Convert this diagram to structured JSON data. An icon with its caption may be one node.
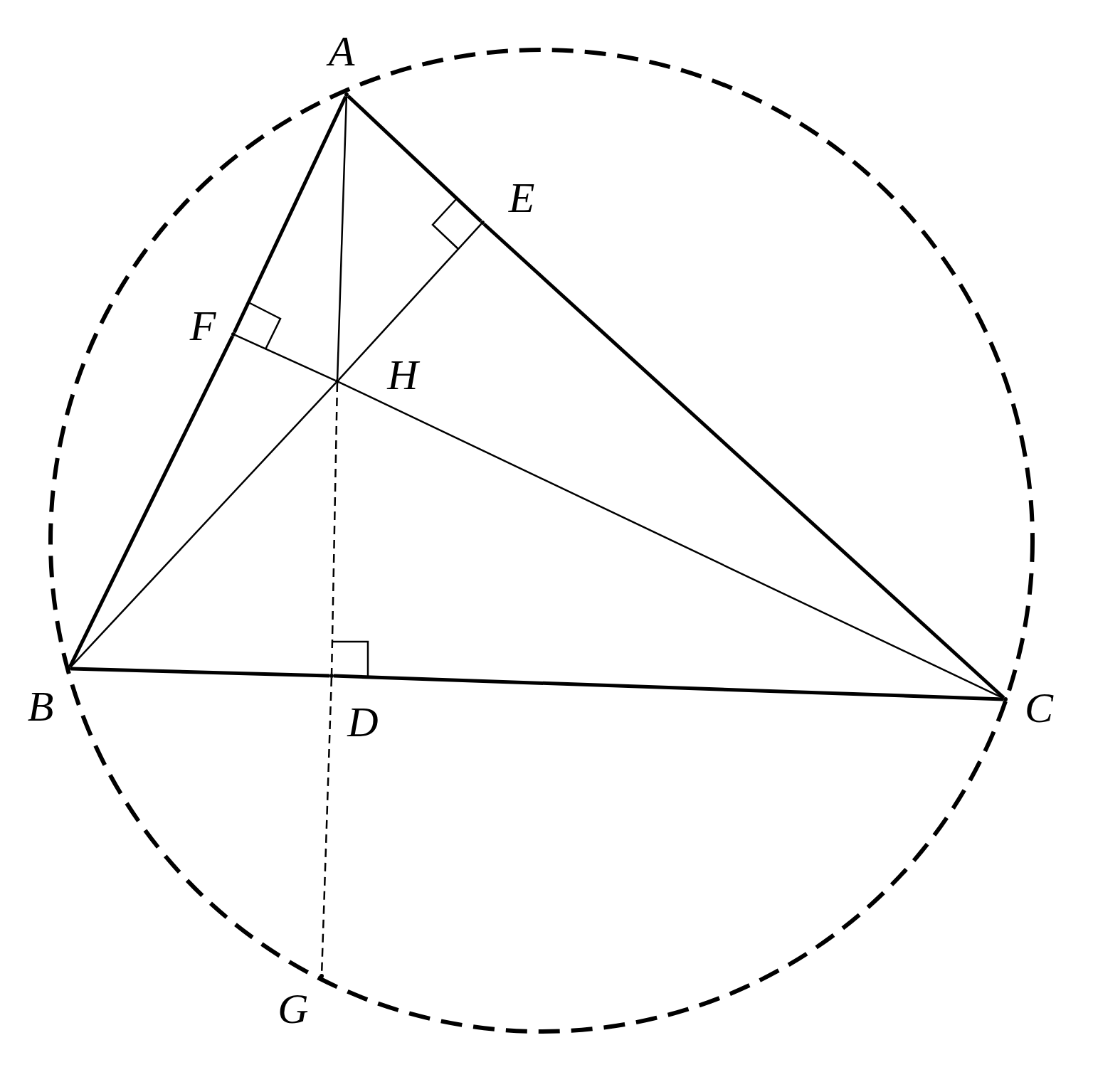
{
  "diagram": {
    "nodes": [
      {
        "text": [],
        "shape": "point",
        "beside": [
          "A"
        ]
      },
      {
        "text": [],
        "shape": "point",
        "beside": [
          "B"
        ]
      },
      {
        "text": [],
        "shape": "point",
        "beside": [
          "C"
        ]
      },
      {
        "text": [],
        "shape": "point",
        "beside": [
          "D"
        ]
      },
      {
        "text": [],
        "shape": "point",
        "beside": [
          "E"
        ]
      },
      {
        "text": [],
        "shape": "point",
        "beside": [
          "F"
        ]
      },
      {
        "text": [],
        "shape": "point",
        "beside": [
          "H"
        ]
      },
      {
        "text": [],
        "shape": "point",
        "beside": [
          "G"
        ]
      }
    ],
    "edges": [
      {
        "from": 0,
        "to": 5,
        "arrow": "none",
        "style": "thick"
      },
      {
        "from": 5,
        "to": 1,
        "arrow": "none",
        "style": "thick"
      },
      {
        "from": 1,
        "to": 3,
        "arrow": "none",
        "style": "thick"
      },
      {
        "from": 3,
        "to": 2,
        "arrow": "none",
        "style": "thick"
      },
      {
        "from": 2,
        "to": 4,
        "arrow": "none",
        "style": "thick"
      },
      {
        "from": 4,
        "to": 0,
        "arrow": "none",
        "style": "thick"
      },
      {
        "from": 0,
        "to": 6,
        "arrow": "none"
      },
      {
        "from": 6,
        "to": 3,
        "arrow": "none",
        "style": "dashed"
      },
      {
        "from": 3,
        "to": 7,
        "arrow": "none",
        "style": "dashed"
      },
      {
        "from": 1,
        "to": 6,
        "arrow": "none"
      },
      {
        "from": 6,
        "to": 4,
        "arrow": "none"
      },
      {
        "from": 2,
        "to": 6,
        "arrow": "none"
      },
      {
        "from": 6,
        "to": 5,
        "arrow": "none"
      }
    ]
  }
}
